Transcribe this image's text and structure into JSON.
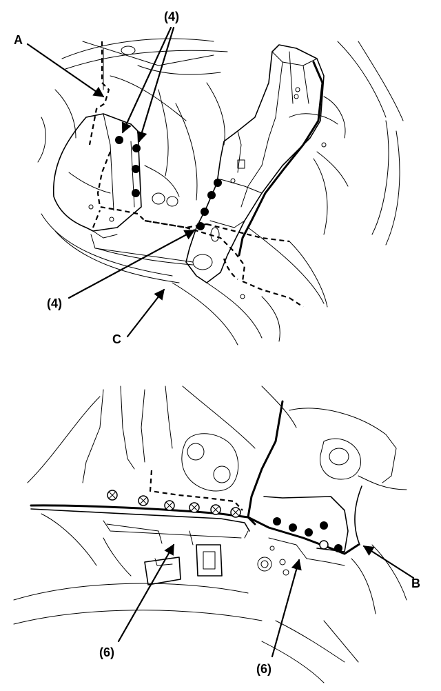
{
  "callouts": {
    "top_weld_group": "(4)",
    "left_weld_group": "(4)",
    "label_a": "A",
    "label_b": "B",
    "label_c": "C",
    "bottom_left_weld_group": "(6)",
    "bottom_right_weld_group": "(6)"
  },
  "colors": {
    "line": "#000000",
    "background": "#ffffff"
  },
  "icons": {
    "weld_point": "filled-circle",
    "spot_weld": "crossed-circle",
    "leader_arrow": "arrowhead"
  }
}
